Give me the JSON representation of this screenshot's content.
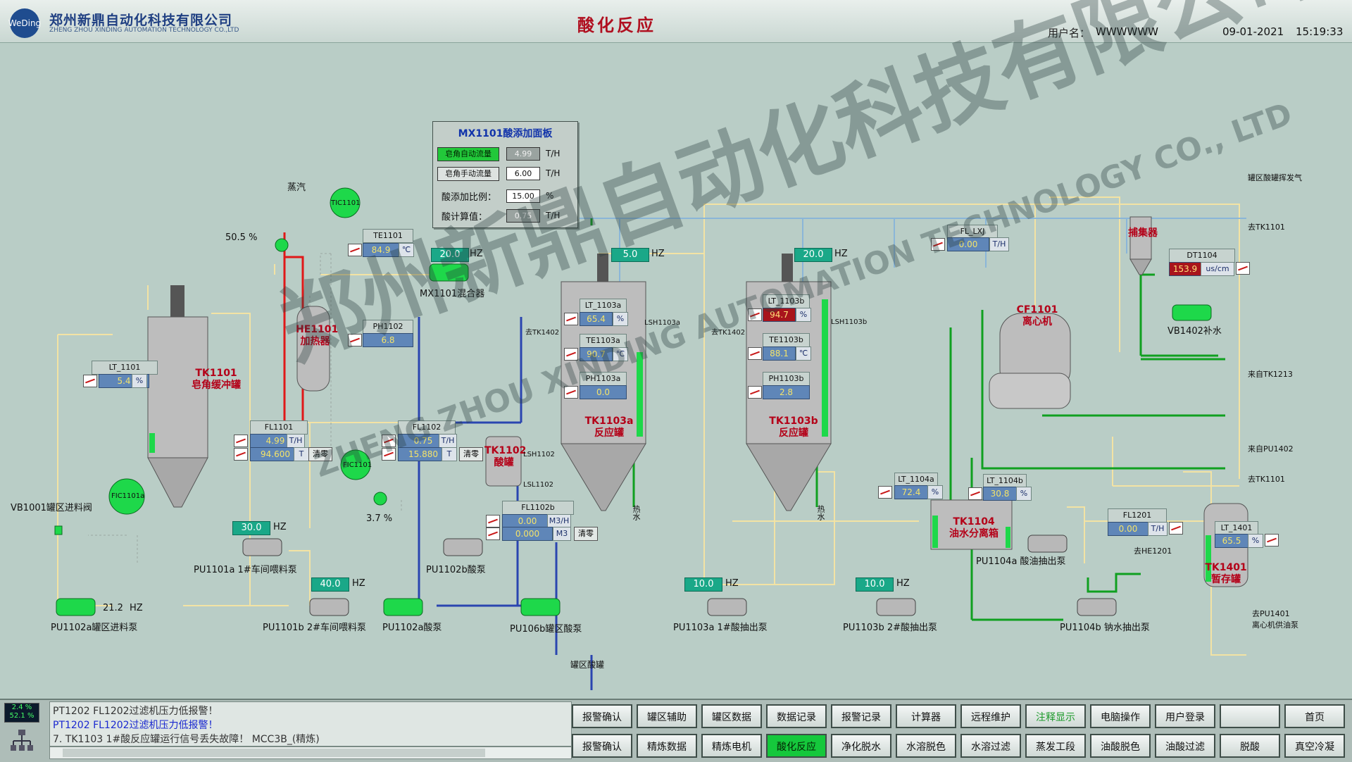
{
  "header": {
    "company_name": "郑州新鼎自动化科技有限公司",
    "company_en": "ZHENG ZHOU XINDING AUTOMATION TECHNOLOGY CO.,LTD",
    "logo_text": "WeDing",
    "page_title": "酸化反应",
    "user_label": "用户名：",
    "user_value": "WWWWWW",
    "date": "09-01-2021",
    "time": "15:19:33"
  },
  "watermark": {
    "cn": "郑州新鼎自动化科技有限公司",
    "en": "ZHENG ZHOU XINDING AUTOMATION TECHNOLOGY CO., LTD"
  },
  "acid_panel": {
    "title": "MX1101酸添加面板",
    "auto_btn": "皂角自动流量",
    "auto_val": "4.99",
    "auto_unit": "T/H",
    "manual_btn": "皂角手动流量",
    "manual_val": "6.00",
    "manual_unit": "T/H",
    "ratio_label": "酸添加比例：",
    "ratio_val": "15.00",
    "ratio_unit": "%",
    "calc_label": "酸计算值：",
    "calc_val": "0.75",
    "calc_unit": "T/H"
  },
  "instruments": {
    "lt1101": {
      "tag": "LT_1101",
      "value": "5.4",
      "unit": "%"
    },
    "te1101": {
      "tag": "TE1101",
      "value": "84.9",
      "unit": "℃"
    },
    "ph1102": {
      "tag": "PH1102",
      "value": "6.8"
    },
    "fl1101": {
      "tag": "FL1101",
      "value1": "4.99",
      "unit1": "T/H",
      "value2": "94.600",
      "unit2": "T",
      "reset": "清零"
    },
    "fl1102": {
      "tag": "FL1102",
      "value1": "0.75",
      "unit1": "T/H",
      "value2": "15.880",
      "unit2": "T",
      "reset": "清零"
    },
    "fl1102b": {
      "tag": "FL1102b",
      "value1": "0.00",
      "unit1": "M3/H",
      "value2": "0.000",
      "unit2": "M3",
      "reset": "清零"
    },
    "lt1103a": {
      "tag": "LT_1103a",
      "value": "65.4",
      "unit": "%"
    },
    "te1103a": {
      "tag": "TE1103a",
      "value": "90.7",
      "unit": "℃"
    },
    "ph1103a": {
      "tag": "PH1103a",
      "value": "0.0"
    },
    "lt1103b": {
      "tag": "LT_1103b",
      "value": "94.7",
      "unit": "%"
    },
    "te1103b": {
      "tag": "TE1103b",
      "value": "88.1",
      "unit": "℃"
    },
    "ph1103b": {
      "tag": "PH1103b",
      "value": "2.8"
    },
    "fl_lxj": {
      "tag": "FL_LXJ",
      "value": "0.00",
      "unit": "T/H"
    },
    "dt1104": {
      "tag": "DT1104",
      "value": "153.9",
      "unit": "us/cm"
    },
    "lt1104a": {
      "tag": "LT_1104a",
      "value": "72.4",
      "unit": "%"
    },
    "lt1104b": {
      "tag": "LT_1104b",
      "value": "30.8",
      "unit": "%"
    },
    "fl1201": {
      "tag": "FL1201",
      "value": "0.00",
      "unit": "T/H"
    },
    "lt1401": {
      "tag": "LT_1401",
      "value": "65.5",
      "unit": "%"
    }
  },
  "hz": {
    "mx1101": {
      "value": "20.0",
      "unit": "HZ"
    },
    "tk1103a": {
      "value": "5.0",
      "unit": "HZ"
    },
    "tk1103b": {
      "value": "20.0",
      "unit": "HZ"
    },
    "pu1101a": {
      "value": "30.0",
      "unit": "HZ"
    },
    "pu1101b": {
      "value": "40.0",
      "unit": "HZ"
    },
    "pu1103a": {
      "value": "10.0",
      "unit": "HZ"
    },
    "pu1103b": {
      "value": "10.0",
      "unit": "HZ"
    },
    "pu1102a_text": "21.2",
    "pu1102a_unit": "HZ"
  },
  "labels": {
    "steam": "蒸汽",
    "tic1101": "TIC1101",
    "valve_pct": "50.5 %",
    "fic1101": "FIC1101",
    "fic1101a": "FIC1101a",
    "valve2_pct": "3.7 %",
    "mx1101": "MX1101混合器",
    "he1101": "HE1101\n加热器",
    "tk1101": "TK1101\n皂角缓冲罐",
    "tk1102": "TK1102\n酸罐",
    "lsh1102": "LSH1102",
    "lsl1102": "LSL1102",
    "tk1103a": "TK1103a\n反应罐",
    "tk1103b": "TK1103b\n反应罐",
    "lsh1103a": "LSH1103a",
    "lsh1103b": "LSH1103b",
    "to_tk1402a": "去TK1402",
    "to_tk1402b": "去TK1402",
    "hot_water_a": "热水",
    "hot_water_b": "热水",
    "cf1101": "CF1101\n离心机",
    "catcher": "捕集器",
    "tk1104": "TK1104\n油水分离箱",
    "tk1401": "TK1401\n暂存罐",
    "vb1001": "VB1001罐区进料阀",
    "vb1402": "VB1402补水",
    "pu1101a": "PU1101a 1#车间喂料泵",
    "pu1101b": "PU1101b 2#车间喂料泵",
    "pu1102a_tank": "PU1102a罐区进料泵",
    "pu1102a": "PU1102a酸泵",
    "pu1102b": "PU1102b酸泵",
    "pu106b": "PU106b罐区酸泵",
    "acid_tank_area": "罐区酸罐",
    "pu1103a": "PU1103a 1#酸抽出泵",
    "pu1103b": "PU1103b 2#酸抽出泵",
    "pu1104a": "PU1104a 酸油抽出泵",
    "pu1104b": "PU1104b 钠水抽出泵",
    "to_he1201": "去HE1201",
    "tank_vent": "罐区酸罐挥发气",
    "to_tk1101a": "去TK1101",
    "from_tk1213": "来自TK1213",
    "from_pu1402": "来自PU1402",
    "to_tk1101b": "去TK1101",
    "to_pu1401": "去PU1401\n离心机供油泵"
  },
  "status": {
    "meter_top": "2.4 %",
    "meter_bottom": "52.1 %",
    "alarms": [
      {
        "text": "PT1202    FL1202过滤机压力低报警！",
        "color": "#333333"
      },
      {
        "text": "PT1202    FL1202过滤机压力低报警！",
        "color": "#1a28d0"
      },
      {
        "text": "7.    TK1103    1#酸反应罐运行信号丢失故障！   MCC3B_(精炼)",
        "color": "#333333"
      }
    ]
  },
  "nav": {
    "row1": [
      "报警确认",
      "罐区辅助",
      "罐区数据",
      "数据记录",
      "报警记录",
      "计算器",
      "远程维护",
      "注释显示",
      "电脑操作",
      "用户登录",
      "",
      "首页"
    ],
    "row2": [
      "报警确认",
      "精炼数据",
      "精炼电机",
      "酸化反应",
      "净化脱水",
      "水溶脱色",
      "水溶过滤",
      "蒸发工段",
      "油酸脱色",
      "油酸过滤",
      "脱酸",
      "真空冷凝"
    ],
    "active": "酸化反应",
    "highlight": "注释显示"
  },
  "colors": {
    "bg": "#b9cdc6",
    "value_bg": "#5f86b8",
    "value_fg": "#f4e36a",
    "pump": "#1ed84a",
    "pipe_blue": "#2a45b0",
    "pipe_red": "#e01818",
    "pipe_green": "#10a020",
    "title": "#b01020"
  }
}
